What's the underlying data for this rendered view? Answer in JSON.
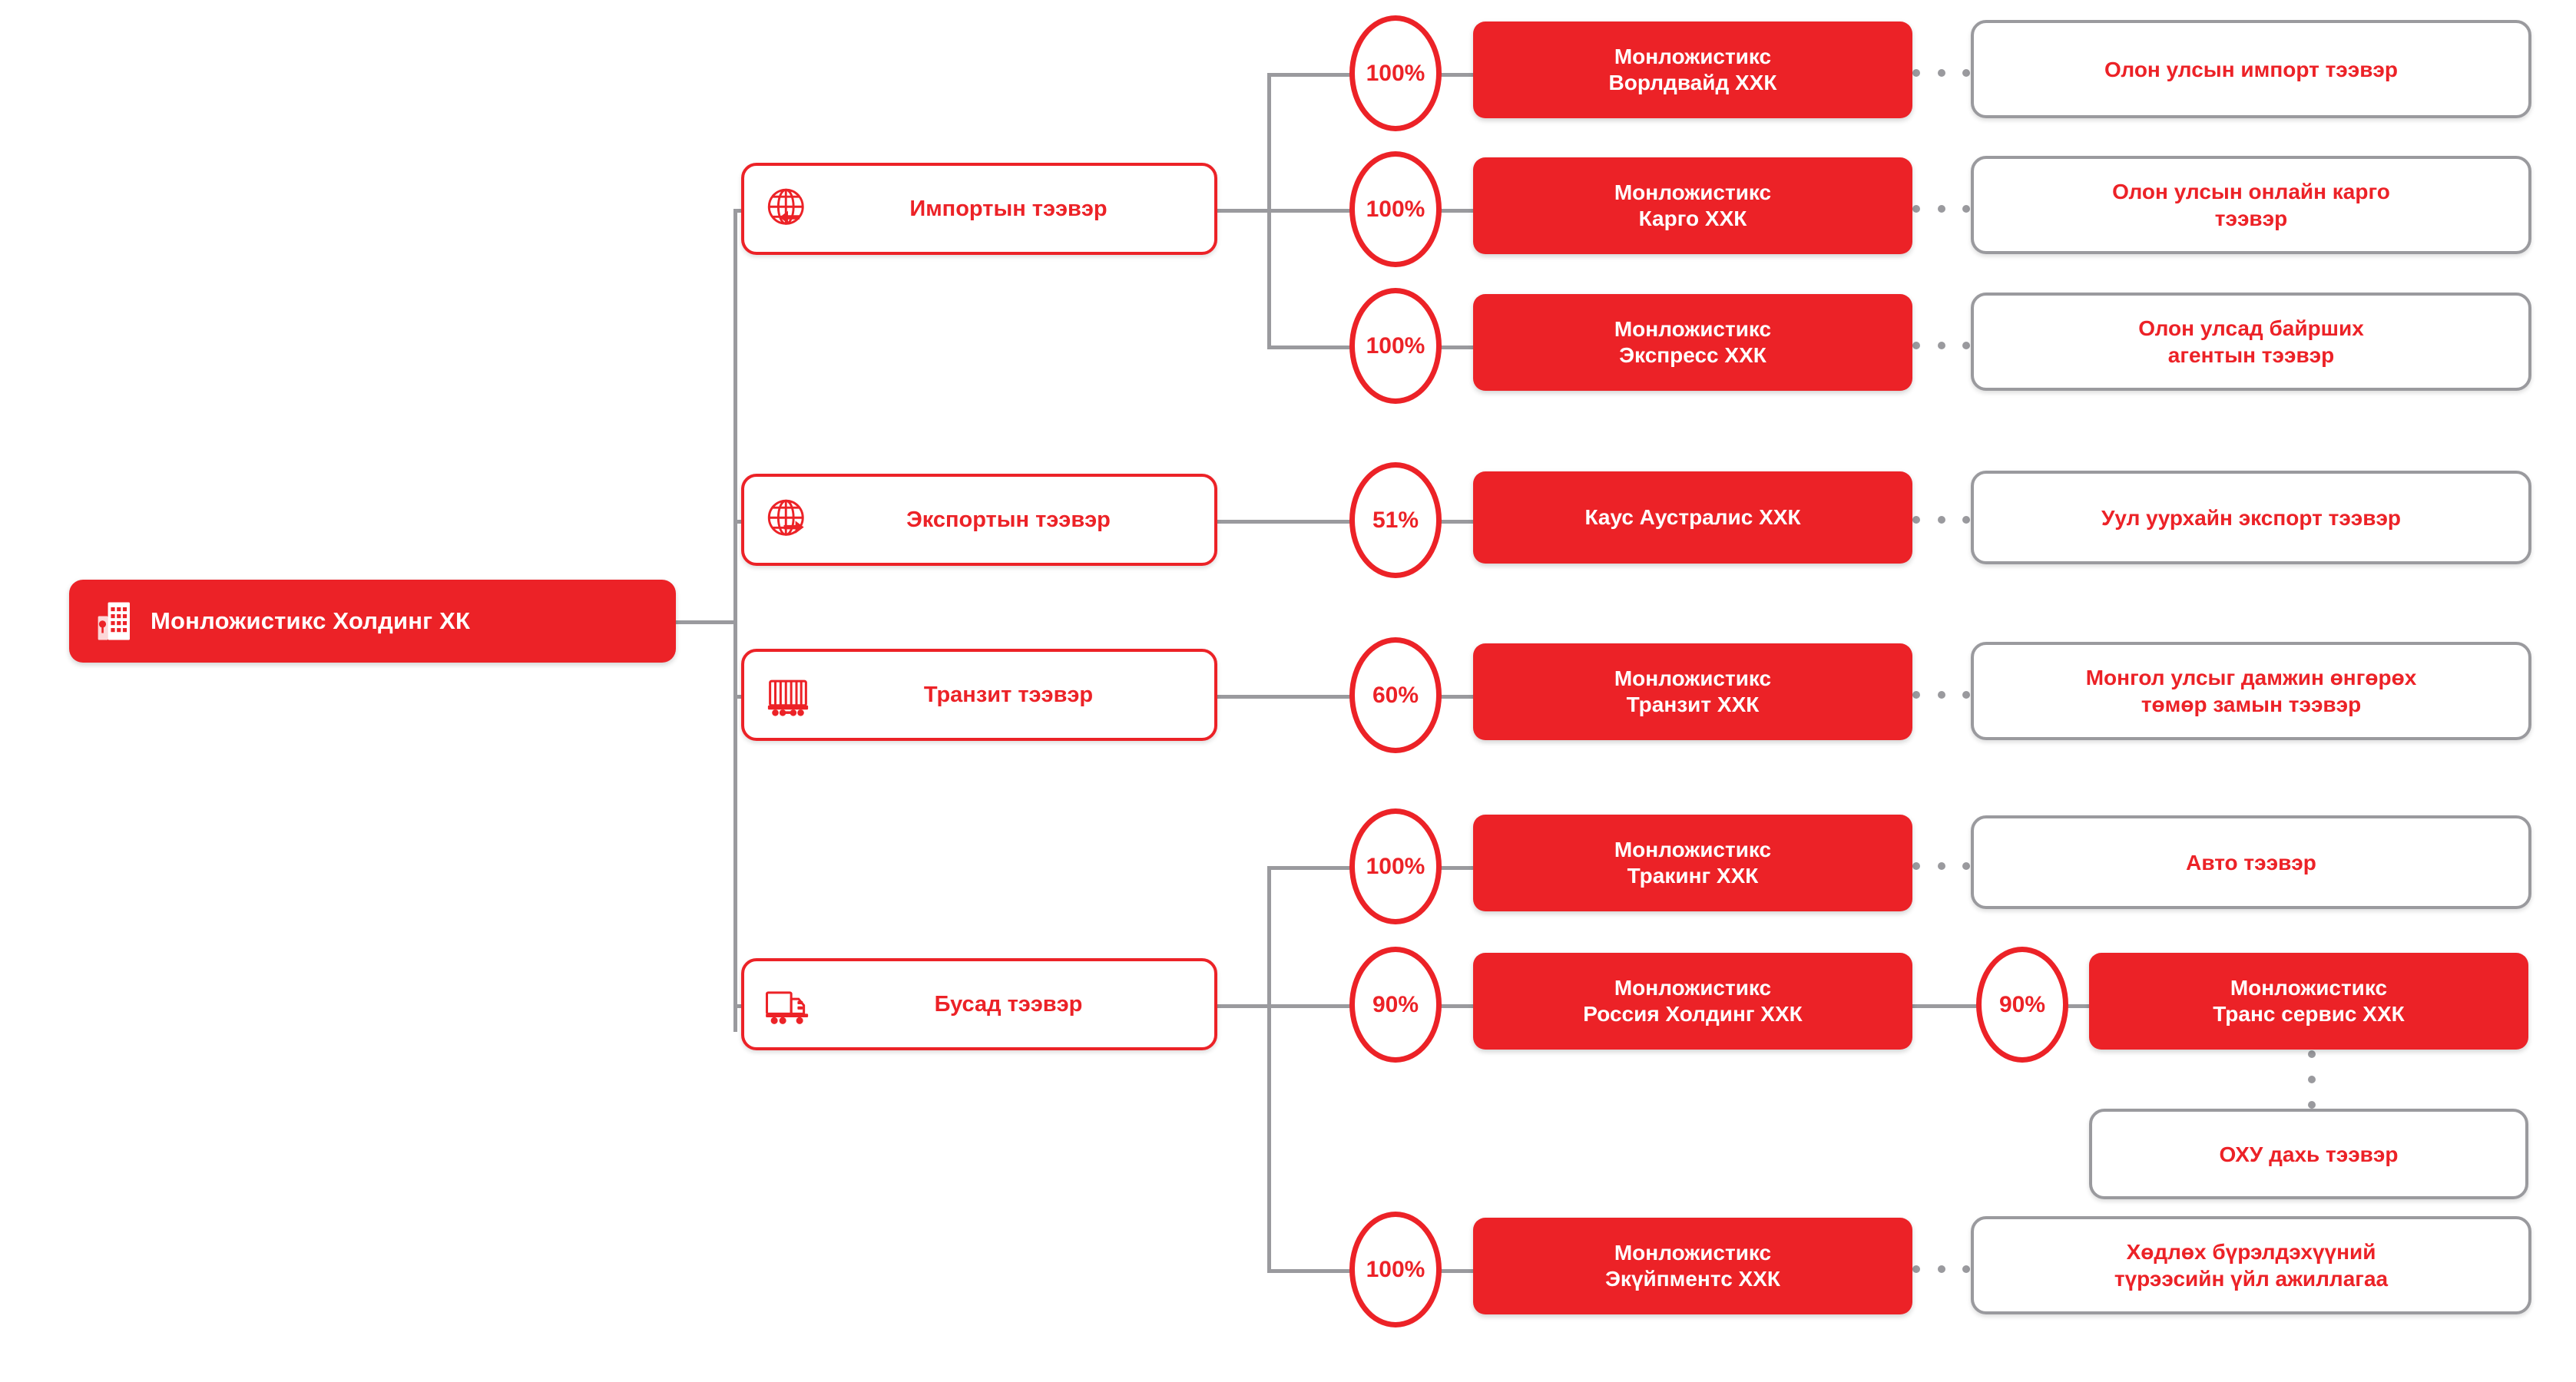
{
  "colors": {
    "brand_red": "#EC2227",
    "connector_gray": "#9A9A9E",
    "white": "#FFFFFF"
  },
  "root": {
    "label": "Монложистикс Холдинг ХК",
    "icon": "office-building-icon"
  },
  "categories": [
    {
      "id": "import",
      "label": "Импортын тээвэр",
      "icon": "globe-import-arrow-icon"
    },
    {
      "id": "export",
      "label": "Экспортын тээвэр",
      "icon": "globe-export-arrow-icon"
    },
    {
      "id": "transit",
      "label": "Транзит тээвэр",
      "icon": "rail-wagon-icon"
    },
    {
      "id": "other",
      "label": "Бусад тээвэр",
      "icon": "truck-icon"
    }
  ],
  "rows": [
    {
      "category": "import",
      "percent": "100%",
      "company": "Монложистикс Ворлдвайд ХХК",
      "company_lines": [
        "Монложистикс",
        "Ворлдвайд ХХК"
      ],
      "description": "Олон улсын импорт тээвэр",
      "description_lines": [
        "Олон улсын импорт тээвэр"
      ]
    },
    {
      "category": "import",
      "percent": "100%",
      "company": "Монложистикс Карго ХХК",
      "company_lines": [
        "Монложистикс",
        "Карго ХХК"
      ],
      "description": "Олон улсын онлайн карго тээвэр",
      "description_lines": [
        "Олон улсын онлайн карго",
        "тээвэр"
      ]
    },
    {
      "category": "import",
      "percent": "100%",
      "company": "Монложистикс Экспресс ХХК",
      "company_lines": [
        "Монложистикс",
        "Экспресс ХХК"
      ],
      "description": "Олон улсад байрших агентын тээвэр",
      "description_lines": [
        "Олон улсад байрших",
        "агентын тээвэр"
      ]
    },
    {
      "category": "export",
      "percent": "51%",
      "company": "Каус Аустралис ХХК",
      "company_lines": [
        "Каус Аустралис ХХК"
      ],
      "description": "Уул уурхайн экспорт тээвэр",
      "description_lines": [
        "Уул уурхайн экспорт тээвэр"
      ]
    },
    {
      "category": "transit",
      "percent": "60%",
      "company": "Монложистикс Транзит ХХК",
      "company_lines": [
        "Монложистикс",
        "Транзит ХХК"
      ],
      "description": "Монгол улсыг дамжин өнгөрөх төмөр замын тээвэр",
      "description_lines": [
        "Монгол улсыг дамжин өнгөрөх",
        "төмөр замын тээвэр"
      ]
    },
    {
      "category": "other",
      "percent": "100%",
      "company": "Монложистикс Тракинг ХХК",
      "company_lines": [
        "Монложистикс",
        "Тракинг ХХК"
      ],
      "description": "Авто тээвэр",
      "description_lines": [
        "Авто тээвэр"
      ]
    },
    {
      "category": "other",
      "percent": "90%",
      "company": "Монложистикс Россия Холдинг ХХК",
      "company_lines": [
        "Монложистикс",
        "Россия Холдинг ХХК"
      ],
      "sub_percent": "90%",
      "sub_company": "Монложистикс Транс сервис ХХК",
      "sub_company_lines": [
        "Монложистикс",
        "Транс сервис ХХК"
      ],
      "sub_description": "ОХУ дахь тээвэр",
      "sub_description_lines": [
        "ОХУ дахь тээвэр"
      ]
    },
    {
      "category": "other",
      "percent": "100%",
      "company": "Монложистикс Экүйпментс ХХК",
      "company_lines": [
        "Монложистикс",
        "Экүйпментс ХХК"
      ],
      "description": "Хөдлөх бүрэлдэхүүний түрээсийн үйл ажиллагаа",
      "description_lines": [
        "Хөдлөх бүрэлдэхүүний",
        "түрээсийн үйл ажиллагаа"
      ]
    }
  ]
}
